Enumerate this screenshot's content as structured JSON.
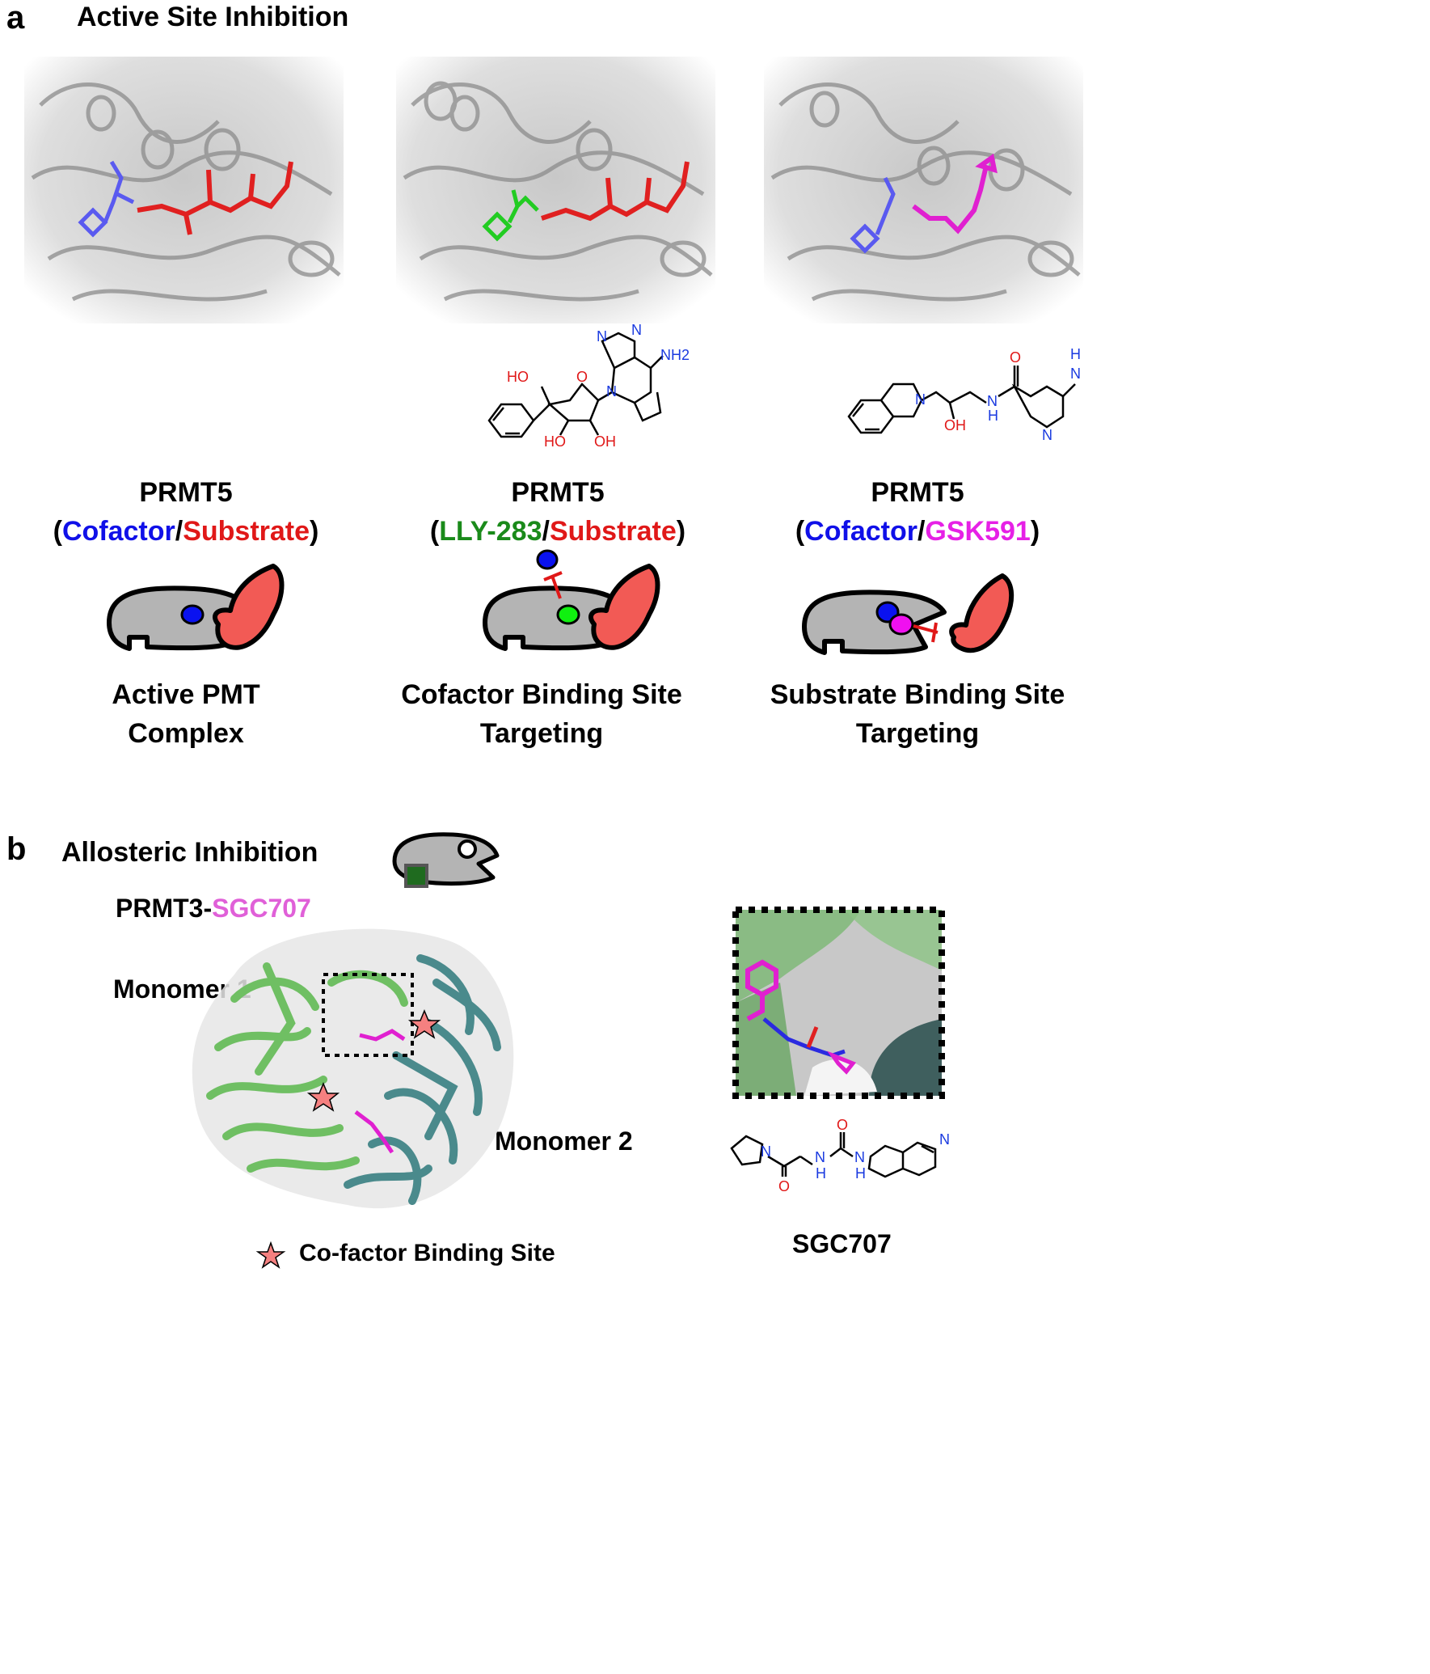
{
  "panel_a": {
    "letter": "a",
    "title": "Active Site Inhibition",
    "columns": [
      {
        "protein": "PRMT5",
        "ligands": {
          "open": "(",
          "left": "Cofactor",
          "sep": "/",
          "right": "Substrate",
          "close": ")"
        },
        "ligand_colors": {
          "left": "#1010e8",
          "right": "#e01818"
        },
        "caption": [
          "Active PMT",
          "Complex"
        ]
      },
      {
        "protein": "PRMT5",
        "ligands": {
          "open": "(",
          "left": "LLY-283",
          "sep": "/",
          "right": "Substrate",
          "close": ")"
        },
        "ligand_colors": {
          "left": "#1a8a1a",
          "right": "#e01818"
        },
        "caption": [
          "Cofactor Binding Site",
          "Targeting"
        ],
        "structure_atoms": [
          "HO",
          "O",
          "N",
          "N",
          "N",
          "NH2",
          "HO",
          "OH"
        ]
      },
      {
        "protein": "PRMT5",
        "ligands": {
          "open": "(",
          "left": "Cofactor",
          "sep": "/",
          "right": "GSK591",
          "close": ")"
        },
        "ligand_colors": {
          "left": "#1010e8",
          "right": "#e620e6"
        },
        "caption": [
          "Substrate Binding Site",
          "Targeting"
        ],
        "structure_atoms": [
          "N",
          "OH",
          "O",
          "N",
          "H",
          "N",
          "H",
          "N"
        ]
      }
    ]
  },
  "panel_b": {
    "letter": "b",
    "title": "Allosteric Inhibition",
    "complex": {
      "protein": "PRMT3-",
      "ligand": "SGC707",
      "ligand_color": "#e060d8"
    },
    "monomer1": "Monomer 1",
    "monomer2": "Monomer 2",
    "legend": "Co-factor Binding Site",
    "compound_name": "SGC707",
    "structure_atoms": [
      "N",
      "O",
      "N",
      "H",
      "O",
      "N",
      "H",
      "N"
    ]
  },
  "colors": {
    "protein_gray": "#b4b4b4",
    "substrate_red": "#f25a55",
    "cofactor_blue": "#0a12f0",
    "inhibitor_green": "#10f010",
    "inhibitor_magenta": "#f010f0",
    "allosteric_green": "#1f6b1f",
    "monomer1_green": "#6fbf63",
    "monomer2_teal": "#4a8a8c"
  }
}
